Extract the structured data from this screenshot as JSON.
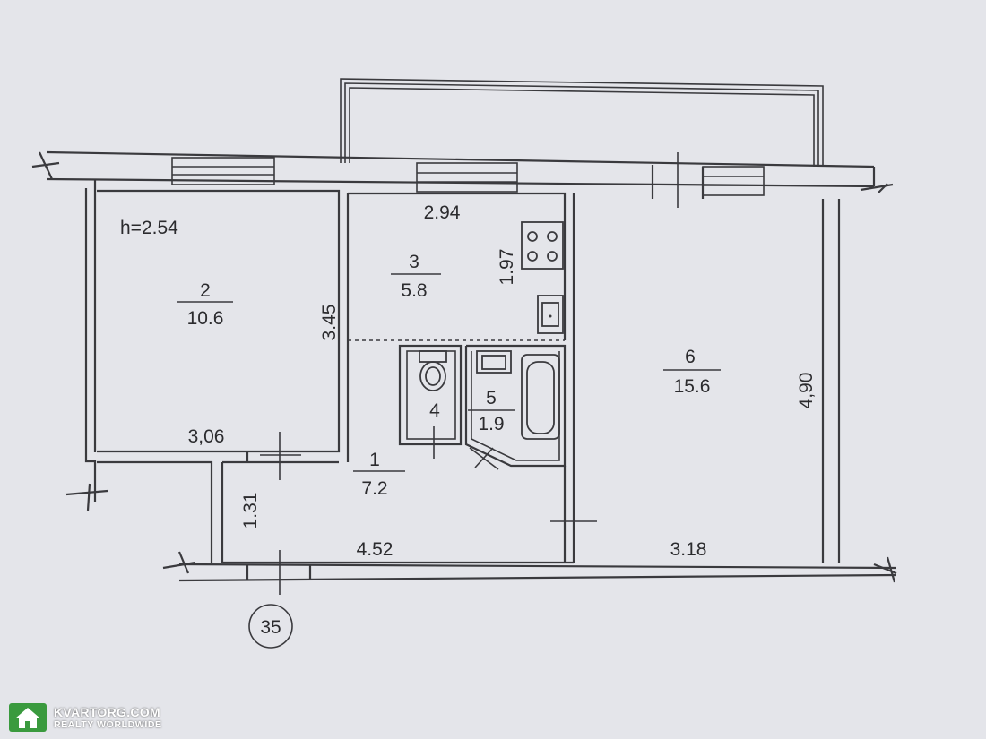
{
  "plan": {
    "ceiling_height": "h=2.54",
    "rooms": [
      {
        "number": "1",
        "area": "7.2"
      },
      {
        "number": "2",
        "area": "10.6"
      },
      {
        "number": "3",
        "area": "5.8"
      },
      {
        "number": "4",
        "area": ""
      },
      {
        "number": "5",
        "area": "1.9"
      },
      {
        "number": "6",
        "area": "15.6"
      }
    ],
    "dimensions": {
      "room3_width": "2.94",
      "room3_depth": "1.97",
      "room2_depth": "3.45",
      "room2_width": "3,06",
      "corridor_depth": "1.31",
      "corridor_width": "4.52",
      "room6_width": "3.18",
      "room6_depth": "4,90"
    },
    "apartment_number": "35"
  },
  "watermark": {
    "brand": "KVARTORG.COM",
    "tagline": "REALTY WORLDWIDE",
    "icon": "house-icon"
  }
}
